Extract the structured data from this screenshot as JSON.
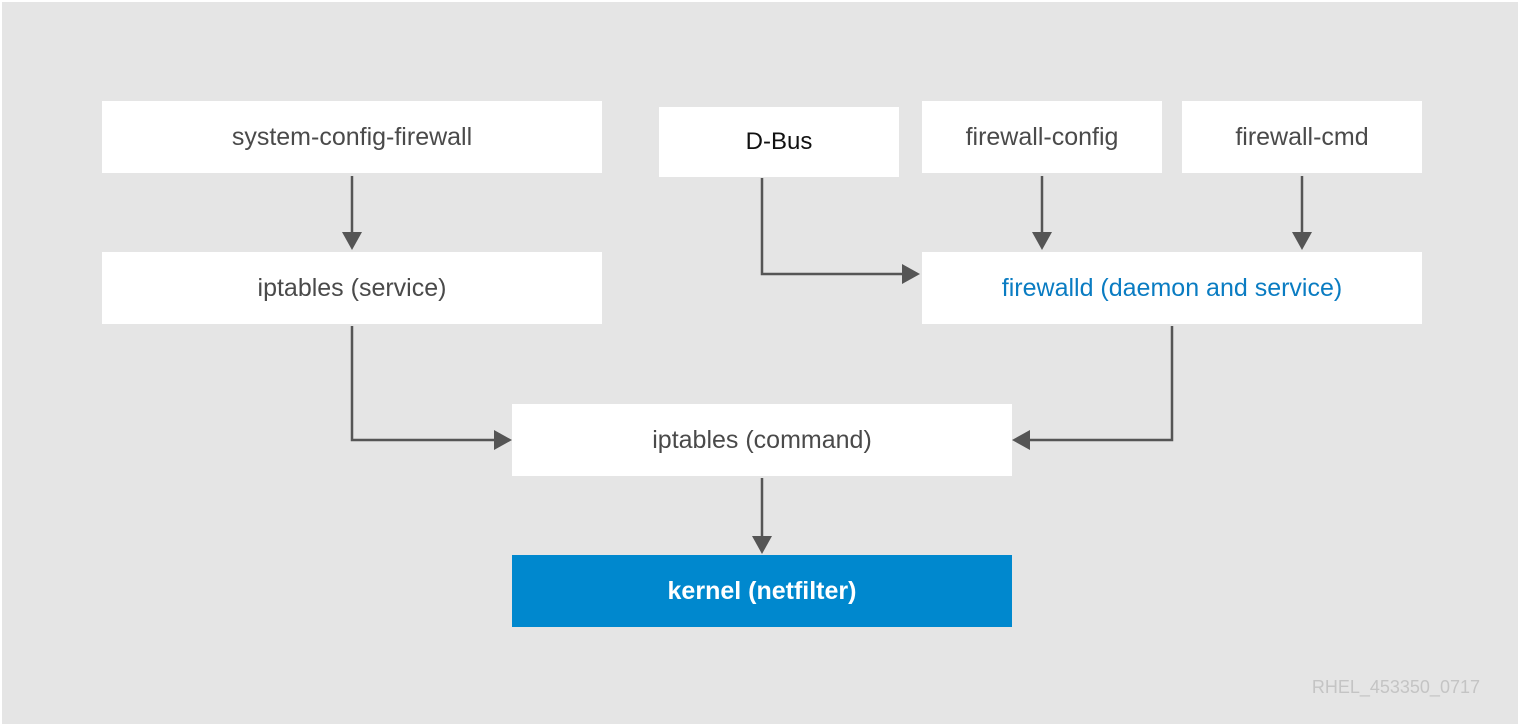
{
  "diagram": {
    "nodes": {
      "system_config_firewall": "system-config-firewall",
      "dbus": "D-Bus",
      "firewall_config": "firewall-config",
      "firewall_cmd": "firewall-cmd",
      "iptables_service": "iptables (service)",
      "firewalld": "firewalld (daemon and service)",
      "iptables_command": "iptables (command)",
      "kernel": "kernel (netfilter)"
    },
    "edges": [
      {
        "from": "system-config-firewall",
        "to": "iptables (service)"
      },
      {
        "from": "D-Bus",
        "to": "firewalld (daemon and service)"
      },
      {
        "from": "firewall-config",
        "to": "firewalld (daemon and service)"
      },
      {
        "from": "firewall-cmd",
        "to": "firewalld (daemon and service)"
      },
      {
        "from": "iptables (service)",
        "to": "iptables (command)"
      },
      {
        "from": "firewalld (daemon and service)",
        "to": "iptables (command)"
      },
      {
        "from": "iptables (command)",
        "to": "kernel (netfilter)"
      }
    ],
    "footer_id": "RHEL_453350_0717",
    "colors": {
      "background": "#e5e5e5",
      "box": "#ffffff",
      "accent": "#0088ce",
      "accent_text": "#0a7cc2",
      "arrow": "#555555"
    }
  }
}
